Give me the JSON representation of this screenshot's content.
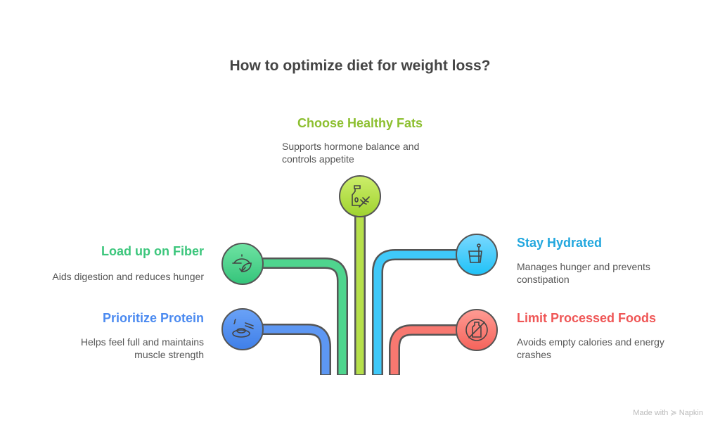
{
  "title": "How to optimize diet for weight loss?",
  "items": [
    {
      "label": "Choose Healthy Fats",
      "desc": "Supports hormone balance and controls appetite",
      "color": "#8cbf2f",
      "icon": "oil-bottle-herb-icon"
    },
    {
      "label": "Load up on Fiber",
      "desc": "Aids digestion and reduces hunger",
      "color": "#3cc67c",
      "icon": "fiber-leaf-icon"
    },
    {
      "label": "Prioritize Protein",
      "desc": "Helps feel full and maintains muscle strength",
      "color": "#4b8af0",
      "icon": "protein-dish-icon"
    },
    {
      "label": "Stay Hydrated",
      "desc": "Manages hunger and prevents constipation",
      "color": "#22a7de",
      "icon": "water-glass-icon"
    },
    {
      "label": "Limit Processed Foods",
      "desc": "Avoids empty calories and energy crashes",
      "color": "#ef5656",
      "icon": "no-processed-food-icon"
    }
  ],
  "footer": "Made with ≽ Napkin"
}
